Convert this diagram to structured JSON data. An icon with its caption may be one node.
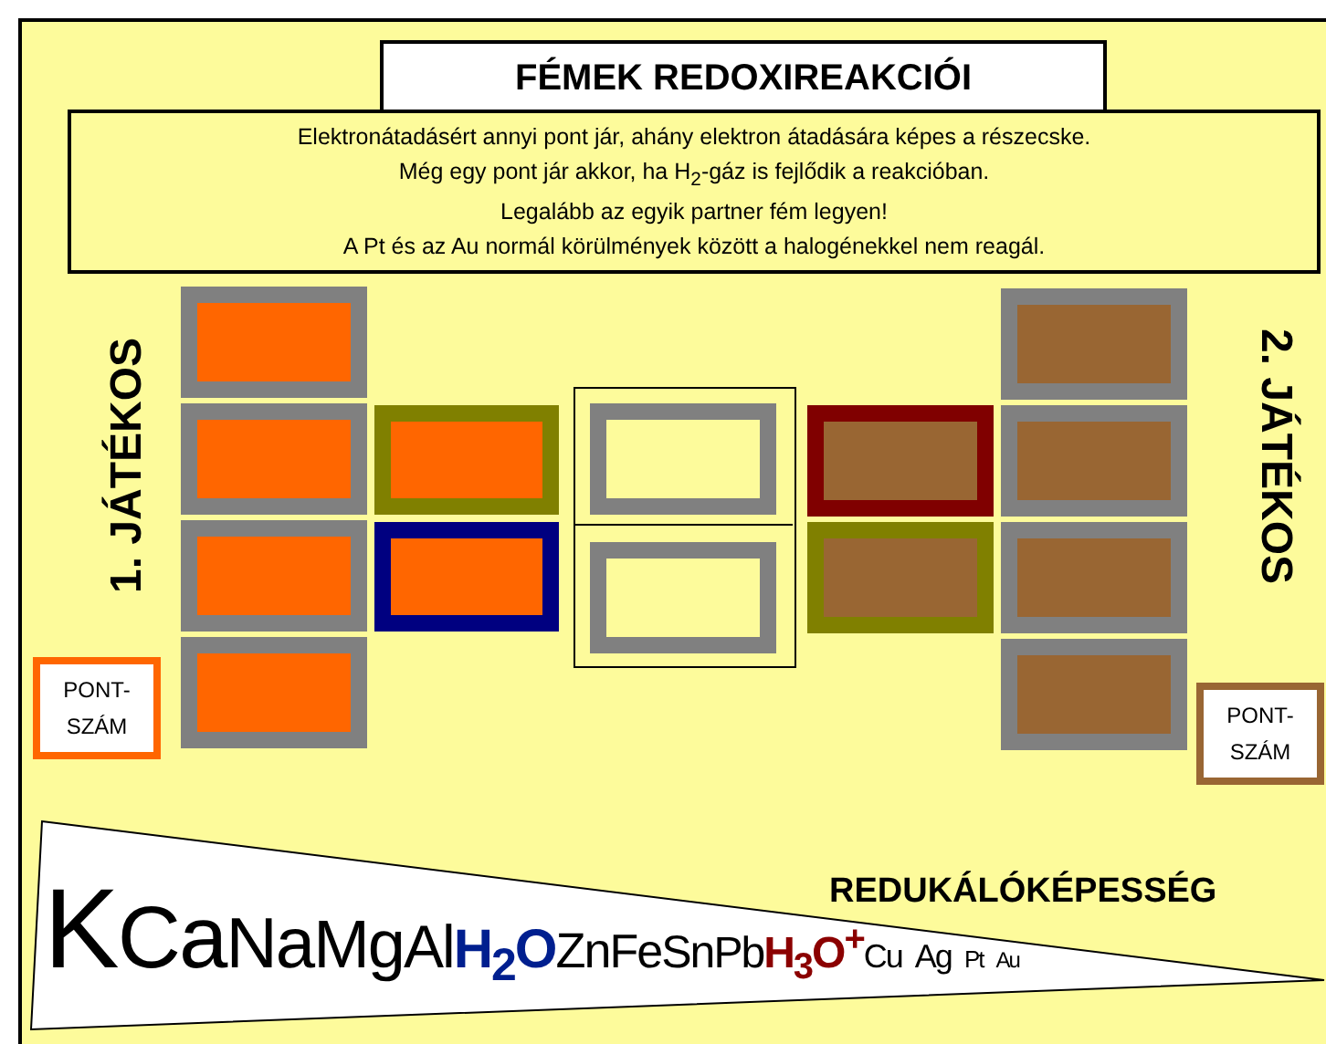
{
  "diagram": {
    "title": "FÉMEK REDOXIREAKCIÓI",
    "nodes": [
      {
        "text": [
          "Elektronátadásért  annyi pont jár, ahány elektron átadására képes a részecske.",
          "Még egy pont jár akkor, ha H$_{2}$-gáz is fejlődik a reakcióban.",
          "Legalább az egyik partner fém legyen!",
          "A Pt és az Au normál körülmények között a halogénekkel nem reagál."
        ]
      },
      {
        "text": [],
        "shape": "box"
      },
      {
        "text": [],
        "shape": "box"
      },
      {
        "text": [],
        "shape": "box"
      },
      {
        "text": [],
        "shape": "box"
      },
      {
        "text": [],
        "shape": "box"
      },
      {
        "text": [],
        "shape": "box"
      },
      {
        "text": [],
        "shape": "box"
      },
      {
        "text": [],
        "shape": "box",
        "in": 7
      },
      {
        "text": [],
        "shape": "box",
        "in": 7
      },
      {
        "text": [],
        "shape": "box"
      },
      {
        "text": [],
        "shape": "box"
      },
      {
        "text": [],
        "shape": "box"
      },
      {
        "text": [],
        "shape": "box"
      },
      {
        "text": [],
        "shape": "box"
      },
      {
        "text": [],
        "shape": "box"
      },
      {
        "text": [
          "PONT-SZÁM"
        ]
      },
      {
        "text": [
          "PONT-SZÁM"
        ]
      },
      {
        "text": [
          "REDUKÁLÓKÉPESSÉG",
          "KCaNaMgAl**H$_{2}$O**ZnFeSnPb**H$_{3}$O$^{+}$**Cu Ag Pt Au"
        ]
      }
    ],
    "edges": [],
    "labels": [
      "1. JÁTÉKOS",
      "2. JÁTÉKOS"
    ]
  }
}
